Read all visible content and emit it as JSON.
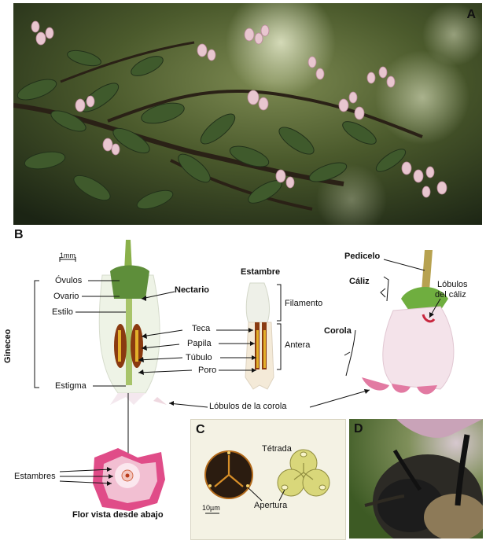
{
  "panels": {
    "a": {
      "letter": "A"
    },
    "b": {
      "letter": "B",
      "scale_bar": "1mm",
      "labels": {
        "ovulos": "Óvulos",
        "ovario": "Ovario",
        "estilo": "Estilo",
        "gineceo": "Gineceo",
        "estigma": "Estigma",
        "nectario": "Nectario",
        "teca": "Teca",
        "papila": "Papila",
        "tubulo": "Túbulo",
        "poro": "Poro",
        "estambre": "Estambre",
        "filamento": "Filamento",
        "antera": "Antera",
        "pedicelo": "Pedicelo",
        "caliz": "Cáliz",
        "lobulos_caliz_1": "Lóbulos",
        "lobulos_caliz_2": "del cáliz",
        "corola": "Corola",
        "lobulos_corola": "Lóbulos de la corola",
        "estambres": "Estambres",
        "flor_vista": "Flor vista desde abajo"
      }
    },
    "c": {
      "letter": "C",
      "tetrada": "Tétrada",
      "apertura": "Apertura",
      "scale_bar": "10µm"
    },
    "d": {
      "letter": "D"
    }
  },
  "colors": {
    "foliage_dark": "#1f2a1a",
    "leaf_green": "#3f5a2c",
    "flower_pink": "#e8c6cf",
    "corolla_magenta": "#d8367a",
    "stamen_orange": "#c8701a",
    "pollen_yellow": "#d9d77a",
    "panel_c_bg": "#f4f2e4"
  }
}
